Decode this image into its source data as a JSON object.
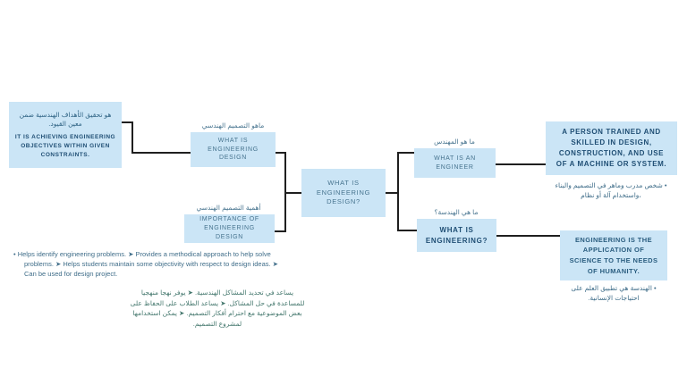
{
  "diagram": {
    "type": "mindmap",
    "colors": {
      "background": "#ffffff",
      "node_fill": "#cbe5f6",
      "node_text": "#47748f",
      "node_text_bold": "#1f4e74",
      "connector": "#1f1f1f",
      "notes_blue": "#3f6d89",
      "notes_green": "#45786e"
    },
    "center": {
      "label": "WHAT IS ENGINEERING DESIGN?"
    },
    "branch_design": {
      "title_ar": "ماهو التصميم الهندسي",
      "title_en": "WHAT IS ENGINEERING DESIGN",
      "definition_ar": "هو تحقيق الأهداف الهندسية ضمن معين القيود.",
      "definition_en": "IT IS ACHIEVING ENGINEERING OBJECTIVES WITHIN GIVEN CONSTRAINTS."
    },
    "branch_importance": {
      "title_ar": "أهمية التصميم الهندسي",
      "title_en": "IMPORTANCE OF ENGINEERING DESIGN",
      "points_en": "• Helps identify engineering problems. ➤ Provides a methodical approach to help solve problems. ➤ Helps students maintain some objectivity with respect to design ideas. ➤ Can be used for design project.",
      "points_ar": "يساعد في تحديد المشاكل الهندسية. ➤ يوفر نهجا منهجيا للمساعدة في حل المشاكل. ➤ يساعد الطلاب على الحفاظ على بعض الموضوعية مع احترام أفكار التصميم. ➤ يمكن استخدامها لمشروع التصميم."
    },
    "branch_engineer": {
      "title_ar": "ما هو المهندس",
      "title_en": "WHAT IS AN ENGINEER",
      "definition_en": "A PERSON TRAINED AND SKILLED IN DESIGN, CONSTRUCTION, AND USE OF A MACHINE OR SYSTEM.",
      "definition_ar": "• شخص مدرب وماهر في التصميم والبناء ،واستخدام آلة أو نظام"
    },
    "branch_engineering": {
      "title_ar": "ما هي الهندسة؟",
      "title_en": "WHAT IS ENGINEERING?",
      "definition_en": "ENGINEERING IS THE APPLICATION OF SCIENCE TO THE NEEDS OF HUMANITY.",
      "definition_ar": "• الهندسة هي تطبيق العلم على احتياجات الإنسانية."
    }
  }
}
